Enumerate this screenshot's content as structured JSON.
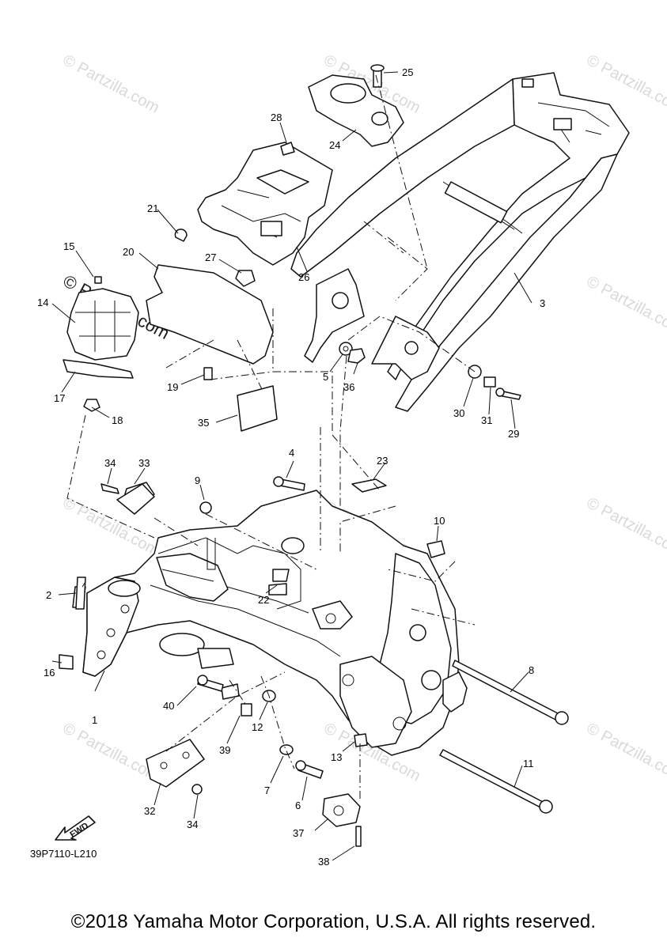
{
  "diagram_code": "39P7110-L210",
  "fwd_label": "FWD",
  "copyright": "©2018 Yamaha Motor Corporation, U.S.A. All rights reserved.",
  "watermark": "© Partzilla.com",
  "part_numbers": {
    "p1": "1",
    "p2": "2",
    "p3": "3",
    "p4": "4",
    "p5": "5",
    "p6": "6",
    "p7": "7",
    "p8": "8",
    "p9": "9",
    "p10": "10",
    "p11": "11",
    "p12": "12",
    "p13": "13",
    "p14": "14",
    "p15": "15",
    "p16": "16",
    "p17": "17",
    "p18": "18",
    "p19": "19",
    "p20": "20",
    "p21": "21",
    "p22": "22",
    "p23": "23",
    "p24": "24",
    "p25": "25",
    "p26": "26",
    "p27": "27",
    "p28": "28",
    "p29": "29",
    "p30": "30",
    "p31": "31",
    "p32": "32",
    "p33": "33",
    "p34a": "34",
    "p34b": "34",
    "p35": "35",
    "p36": "36",
    "p37": "37",
    "p38": "38",
    "p39": "39",
    "p40": "40"
  }
}
